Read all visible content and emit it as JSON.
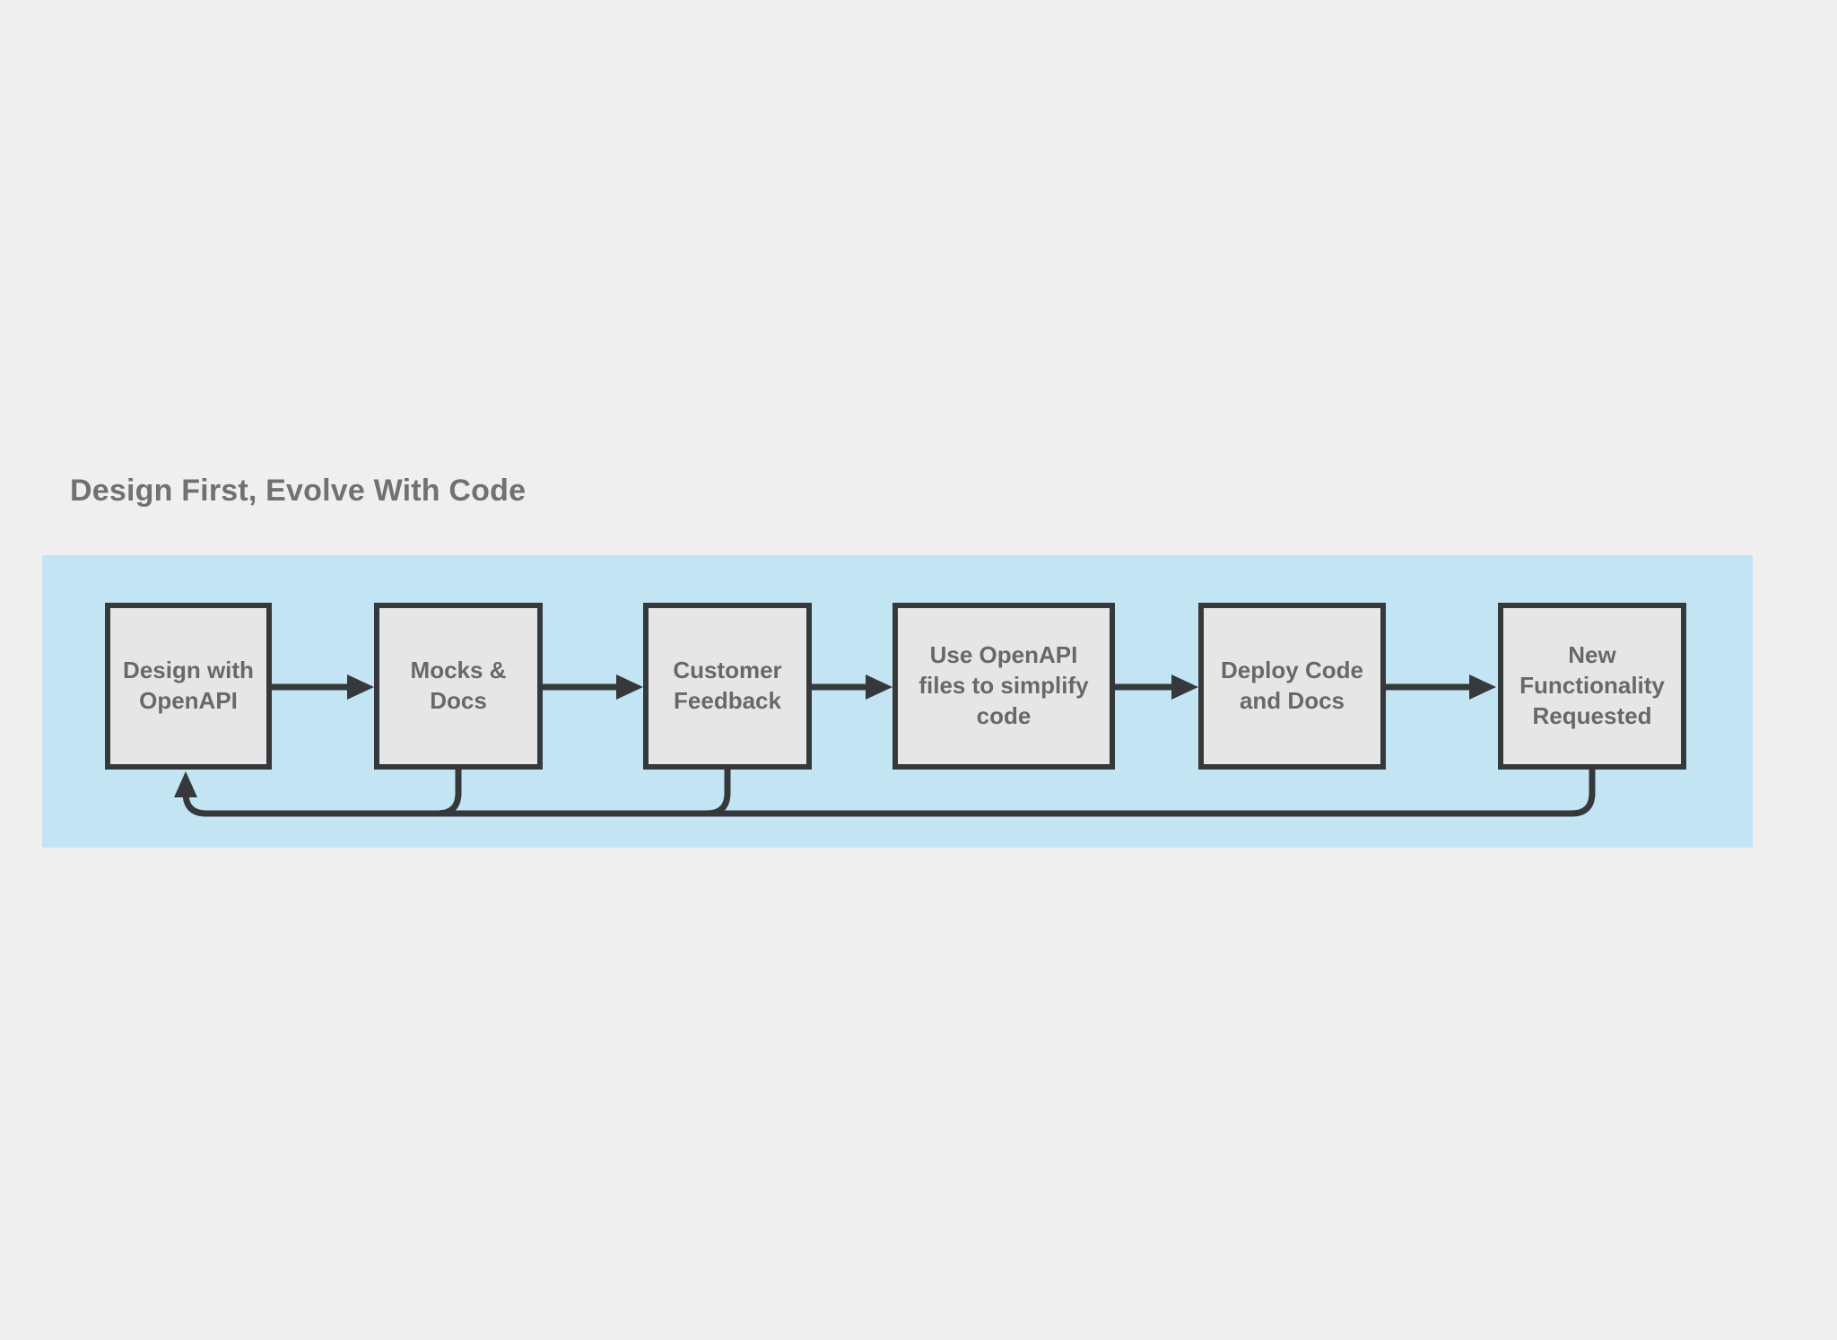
{
  "title": {
    "text": "Design First, Evolve With Code"
  },
  "colors": {
    "page_background": "#efefef",
    "band_fill": "#c3e5f3",
    "node_fill": "#e7e6e7",
    "node_border": "#36393c",
    "connector": "#36393c",
    "node_text": "#66696c",
    "title_text": "#6f7173"
  },
  "diagram": {
    "boxes": [
      {
        "id": "design-with-openapi",
        "label": "Design with\nOpenAPI"
      },
      {
        "id": "mocks-and-docs",
        "label": "Mocks &\nDocs"
      },
      {
        "id": "customer-feedback",
        "label": "Customer\nFeedback"
      },
      {
        "id": "use-openapi-files",
        "label": "Use OpenAPI\nfiles to simplify\ncode"
      },
      {
        "id": "deploy-code-and-docs",
        "label": "Deploy Code\nand Docs"
      },
      {
        "id": "new-functionality-requested",
        "label": "New\nFunctionality\nRequested"
      }
    ],
    "edges": [
      {
        "from": "Design with OpenAPI",
        "to": "Mocks & Docs",
        "type": "forward"
      },
      {
        "from": "Mocks & Docs",
        "to": "Customer Feedback",
        "type": "forward"
      },
      {
        "from": "Customer Feedback",
        "to": "Use OpenAPI files to simplify code",
        "type": "forward"
      },
      {
        "from": "Use OpenAPI files to simplify code",
        "to": "Deploy Code and Docs",
        "type": "forward"
      },
      {
        "from": "Deploy Code and Docs",
        "to": "New Functionality Requested",
        "type": "forward"
      },
      {
        "from": "Mocks & Docs",
        "to": "Design with OpenAPI",
        "type": "feedback"
      },
      {
        "from": "Customer Feedback",
        "to": "Design with OpenAPI",
        "type": "feedback"
      },
      {
        "from": "New Functionality Requested",
        "to": "Design with OpenAPI",
        "type": "feedback"
      }
    ]
  }
}
